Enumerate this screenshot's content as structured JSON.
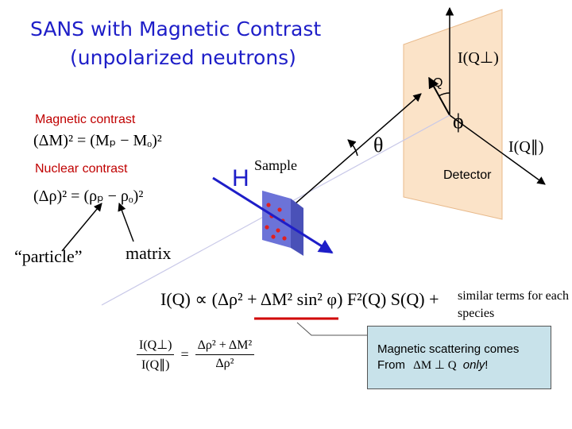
{
  "title": {
    "line1": "SANS with Magnetic Contrast",
    "line2": "(unpolarized neutrons)"
  },
  "magnetic_contrast": {
    "label": "Magnetic contrast",
    "equation": "(ΔM)² = (Mₚ − Mₒ)²"
  },
  "nuclear_contrast": {
    "label": "Nuclear contrast",
    "equation": "(Δρ)² = (ρₚ − ρₒ)²"
  },
  "particle_label": "“particle”",
  "matrix_label": "matrix",
  "scattering": {
    "i_perp": "I(Q⊥)",
    "i_par": "I(Q∥)",
    "theta": "θ",
    "phi": "ϕ",
    "q": "Q",
    "detector": "Detector",
    "sample": "Sample",
    "field": "H"
  },
  "main_equation": "I(Q) ∝ (Δρ² + ΔM² sin² φ) F²(Q) S(Q) +",
  "similar_terms": "similar terms for each species",
  "ratio": {
    "numerator_left": "I(Q⊥)",
    "denominator_left": "I(Q∥)",
    "equals": "=",
    "numerator_right": "Δρ² + ΔM²",
    "denominator_right": "Δρ²"
  },
  "magnetic_note": {
    "line1": "Magnetic scattering comes",
    "from": "From",
    "relation": "ΔM ⊥ Q",
    "only": "only",
    "end": "!"
  },
  "colors": {
    "title": "#1e1ec8",
    "label_red": "#c00000",
    "detector_fill": "#fbe3c8",
    "sample_face": "#6c73d8",
    "note_box": "#c8e2ea"
  }
}
